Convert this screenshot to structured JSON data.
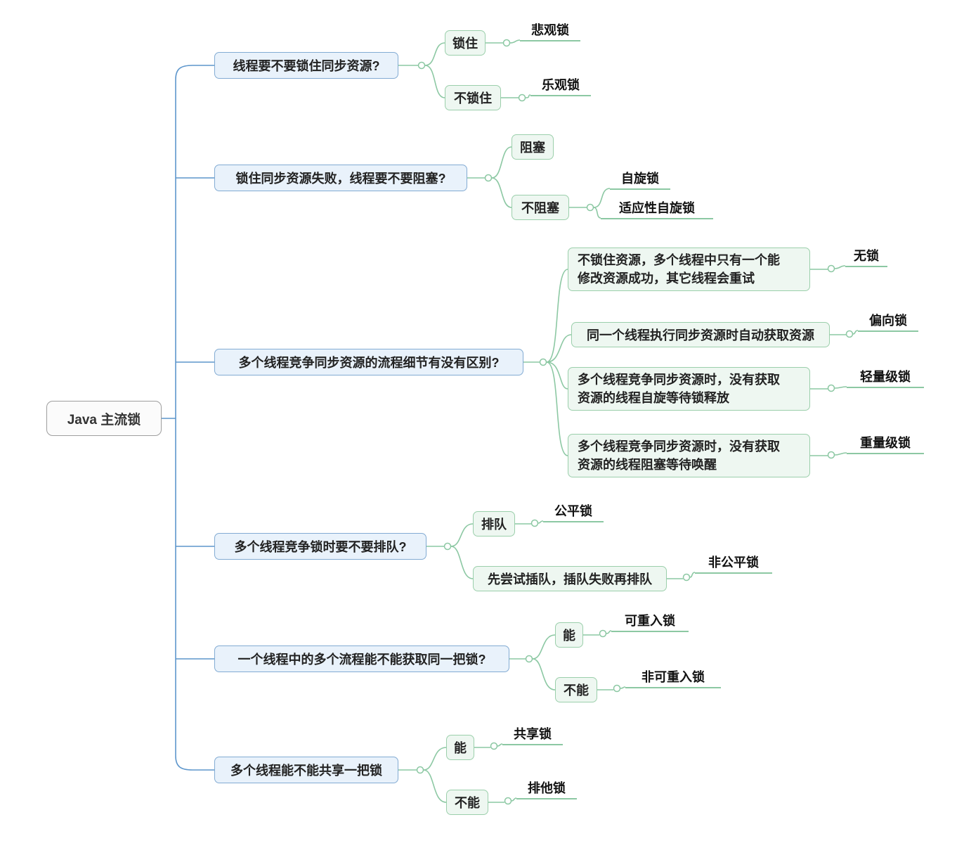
{
  "root": {
    "label": "Java 主流锁"
  },
  "colors": {
    "trunk_line": "#5d96cc",
    "branch_line": "#8cc8a3",
    "question_fill": "#e9f2fb",
    "question_border": "#82abd3",
    "answer_fill": "#eef7f1",
    "answer_border": "#9bcfab"
  },
  "branches": [
    {
      "question": "线程要不要锁住同步资源?",
      "answers": [
        {
          "label": "锁住",
          "locks": [
            "悲观锁"
          ]
        },
        {
          "label": "不锁住",
          "locks": [
            "乐观锁"
          ]
        }
      ]
    },
    {
      "question": "锁住同步资源失败，线程要不要阻塞?",
      "answers": [
        {
          "label": "阻塞",
          "locks": []
        },
        {
          "label": "不阻塞",
          "locks": [
            "自旋锁",
            "适应性自旋锁"
          ]
        }
      ]
    },
    {
      "question": "多个线程竞争同步资源的流程细节有没有区别?",
      "answers": [
        {
          "label": "不锁住资源，多个线程中只有一个能\n修改资源成功，其它线程会重试",
          "locks": [
            "无锁"
          ]
        },
        {
          "label": "同一个线程执行同步资源时自动获取资源",
          "locks": [
            "偏向锁"
          ]
        },
        {
          "label": "多个线程竞争同步资源时，没有获取\n资源的线程自旋等待锁释放",
          "locks": [
            "轻量级锁"
          ]
        },
        {
          "label": "多个线程竞争同步资源时，没有获取\n资源的线程阻塞等待唤醒",
          "locks": [
            "重量级锁"
          ]
        }
      ]
    },
    {
      "question": "多个线程竞争锁时要不要排队?",
      "answers": [
        {
          "label": "排队",
          "locks": [
            "公平锁"
          ]
        },
        {
          "label": "先尝试插队，插队失败再排队",
          "locks": [
            "非公平锁"
          ]
        }
      ]
    },
    {
      "question": "一个线程中的多个流程能不能获取同一把锁?",
      "answers": [
        {
          "label": "能",
          "locks": [
            "可重入锁"
          ]
        },
        {
          "label": "不能",
          "locks": [
            "非可重入锁"
          ]
        }
      ]
    },
    {
      "question": "多个线程能不能共享一把锁",
      "answers": [
        {
          "label": "能",
          "locks": [
            "共享锁"
          ]
        },
        {
          "label": "不能",
          "locks": [
            "排他锁"
          ]
        }
      ]
    }
  ]
}
